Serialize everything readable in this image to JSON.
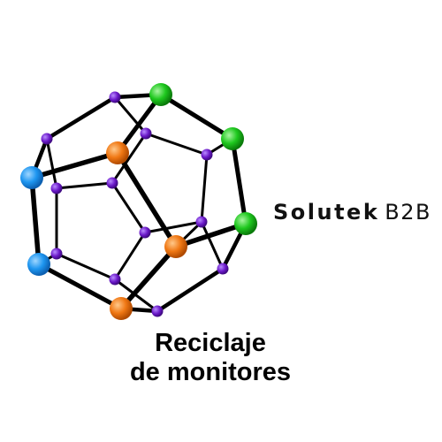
{
  "brand": {
    "name_bold": "Solutek",
    "name_light": "B2B"
  },
  "caption": {
    "line1": "Reciclaje",
    "line2": "de monitores"
  },
  "colors": {
    "edge": "#000000",
    "node_small": "#6a18c8",
    "node_blue": "#1e96f0",
    "node_green": "#1ec81e",
    "node_orange": "#f07814"
  },
  "icon": "molecular-dodecahedron-logo"
}
